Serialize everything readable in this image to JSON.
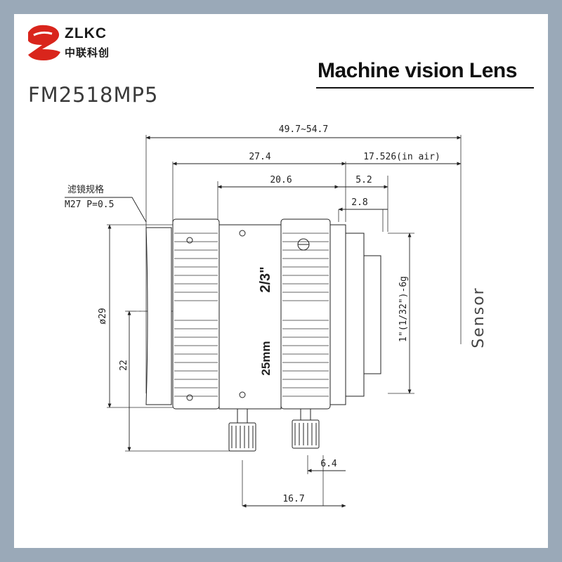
{
  "brand": {
    "name": "ZLKC",
    "chinese_name": "中联科创",
    "logo_color": "#d9251c"
  },
  "model": "FM2518MP5",
  "title": "Machine vision Lens",
  "drawing": {
    "dimensions": {
      "overall_length": "49.7~54.7",
      "body_length": "27.4",
      "back_focus": "17.526(in air)",
      "length_20_6": "20.6",
      "mount_5_2": "5.2",
      "mount_2_8": "2.8",
      "thread_6_4": "6.4",
      "screw_16_7": "16.7",
      "diameter": "ø29",
      "height_22": "22",
      "mount_thread": "1\"(1/32\")-6g"
    },
    "filter_label": "滤镜规格",
    "filter_spec": "M27 P=0.5",
    "sensor_label": "Sensor",
    "barrel_format": "2/3\"",
    "barrel_focal": "25mm"
  }
}
